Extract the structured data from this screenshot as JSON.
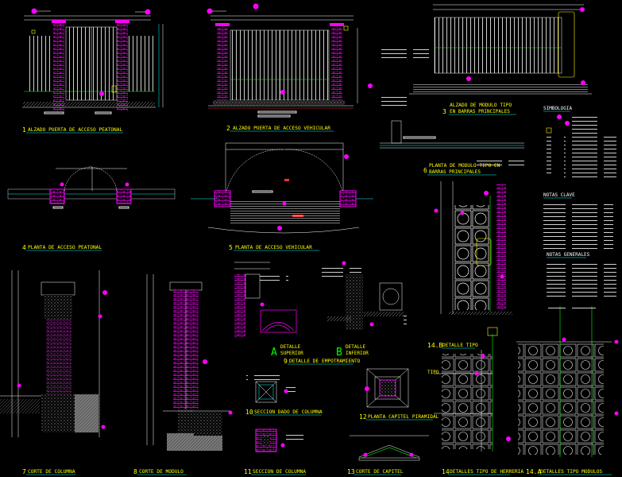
{
  "drawing": {
    "views": [
      {
        "id": "v1",
        "number": "1",
        "title": "ALZADO PUERTA DE ACCESO PEATONAL"
      },
      {
        "id": "v2",
        "number": "2",
        "title": "ALZADO PUERTA DE ACCESO VEHICULAR"
      },
      {
        "id": "v3",
        "number": "3",
        "title": "ALZADO DE MODULO TIPO",
        "subtitle": "EN BARRAS PRINCIPALES"
      },
      {
        "id": "v4",
        "number": "4",
        "title": "PLANTA DE ACCESO PEATONAL"
      },
      {
        "id": "v5",
        "number": "5",
        "title": "PLANTA DE ACCESO VEHICULAR"
      },
      {
        "id": "v6",
        "number": "6",
        "title": "PLANTA DE MODULO TIPO EN",
        "subtitle": "BARRAS PRINCIPALES"
      },
      {
        "id": "v7",
        "number": "7",
        "title": "CORTE DE COLUMNA"
      },
      {
        "id": "v8",
        "number": "8",
        "title": "CORTE DE MODULO"
      },
      {
        "id": "v9",
        "number": "9",
        "title": "DETALLE DE EMPOTRAMIENTO"
      },
      {
        "id": "v10",
        "number": "10",
        "title": "SECCION DADO DE COLUMNA"
      },
      {
        "id": "v11",
        "number": "11",
        "title": "SECCION DE COLUMNA"
      },
      {
        "id": "v12",
        "number": "12",
        "title": "PLANTA CAPITEL PIRAMIDAL"
      },
      {
        "id": "v13",
        "number": "13",
        "title": "CORTE DE CAPITEL"
      },
      {
        "id": "v14",
        "number": "14",
        "title": "DETALLES TIPO DE HERRERIA"
      },
      {
        "id": "v14a",
        "number": "14.A",
        "title": "DETALLES TIPO MODULOS"
      },
      {
        "id": "v14b",
        "number": "14.B",
        "title": "DETALLE TIPO"
      }
    ],
    "detail_a": {
      "letter": "A",
      "line1": "DETALLE",
      "line2": "SUPERIOR"
    },
    "detail_b": {
      "letter": "B",
      "line1": "DETALLE",
      "line2": "INFERIOR"
    },
    "tipo_label": "TIPO",
    "legend": {
      "simbologia": "SIMBOLOGIA",
      "notas_clave": "NOTAS CLAVE",
      "notas_generales": "NOTAS GENERALES"
    },
    "colors": {
      "background": "#000000",
      "title": "#ffff00",
      "brick": "#ff00ff",
      "dimension": "#ffffff",
      "accent_cyan": "#00ffff",
      "accent_green": "#00ff00"
    }
  }
}
